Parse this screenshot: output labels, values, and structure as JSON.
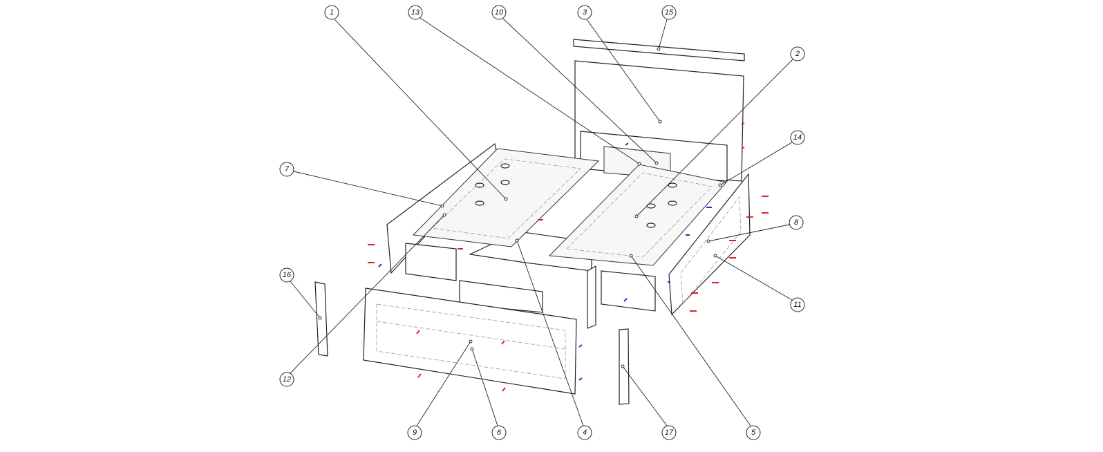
{
  "drawing": {
    "balloons": {
      "b1": "1",
      "b2": "2",
      "b3": "3",
      "b4": "4",
      "b5": "5",
      "b6": "6",
      "b7": "7",
      "b8": "8",
      "b9": "9",
      "b10": "10",
      "b11": "11",
      "b12": "12",
      "b13": "13",
      "b14": "14",
      "b15": "15",
      "b16": "16",
      "b17": "17"
    },
    "colors": {
      "line": "#222222",
      "fastener_red": "#e02020",
      "fastener_blue": "#2030d0"
    }
  }
}
